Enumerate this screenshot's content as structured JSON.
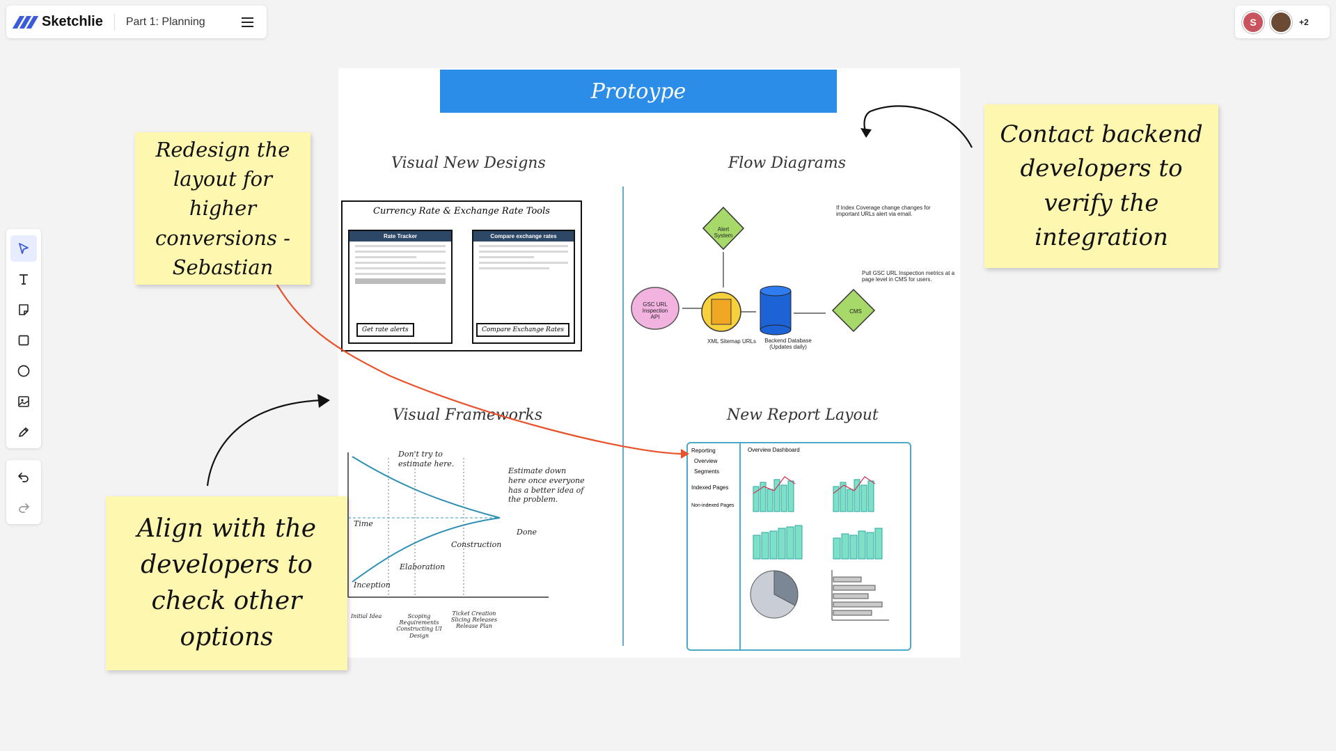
{
  "app": {
    "name": "Sketchlie",
    "document_title": "Part 1: Planning"
  },
  "collaborators": {
    "avatar_initial": "S",
    "more_count": "+2"
  },
  "toolbar": {
    "tools": [
      "select",
      "text",
      "sticky-note",
      "rectangle",
      "ellipse",
      "image",
      "pen"
    ],
    "history": [
      "undo",
      "redo"
    ]
  },
  "board": {
    "banner_title": "Protoype",
    "sections": {
      "visual_new_designs": "Visual New Designs",
      "flow_diagrams": "Flow Diagrams",
      "visual_frameworks": "Visual Frameworks",
      "new_report_layout": "New Report Layout"
    },
    "mockup": {
      "title": "Currency Rate & Exchange Rate Tools",
      "left_header": "Rate Tracker",
      "left_button": "Get rate alerts",
      "right_header": "Compare exchange rates",
      "right_button": "Compare Exchange Rates"
    },
    "flow": {
      "alert_node": "Alert System",
      "alert_note": "If Index Coverage change changes for important URLs alert via email.",
      "gsc_node": "GSC URL Inspection API",
      "xml_label": "XML Sitemap URLs",
      "db_label": "Backend Database (Updates daily)",
      "cms_node": "CMS",
      "pull_note": "Pull GSC URL Inspection metrics at a page level in CMS for users."
    },
    "framework": {
      "dont_try": "Don't try to estimate here.",
      "estimate_down": "Estimate down here once everyone has a better idea of the problem.",
      "time": "Time",
      "done": "Done",
      "construction": "Construction",
      "elaboration": "Elaboration",
      "inception": "Inception",
      "initial_idea": "Initial Idea",
      "scoping": "Scoping Requirements Constructing UI Design",
      "ticket": "Ticket Creation Slicing Releases Release Plan"
    },
    "report": {
      "sidebar": [
        "Reporting",
        "Overview",
        "Segments",
        "Indexed Pages",
        "Non-indexed Pages"
      ],
      "dashboard_title": "Overview Dashboard"
    }
  },
  "stickies": {
    "redesign": "Redesign the layout for higher conversions - Sebastian",
    "contact": "Contact backend developers to verify the integration",
    "align": "Align with the developers to check other options"
  },
  "colors": {
    "accent": "#3b5bdb",
    "banner": "#2b8de8",
    "sticky": "#fef7b0",
    "connector": "#e8512a"
  }
}
